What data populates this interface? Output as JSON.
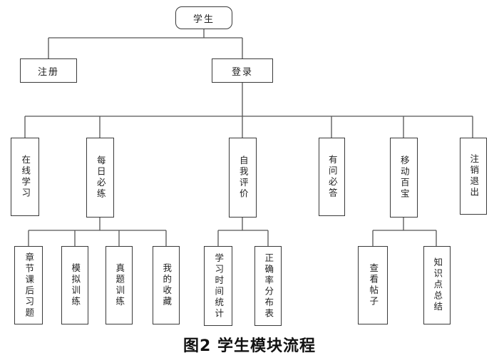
{
  "diagram": {
    "root": "学生",
    "register": "注册",
    "login": "登录",
    "online_study": "在线学习",
    "daily_practice": "每日必练",
    "self_eval": "自我评价",
    "must_answer": "有问必答",
    "mobile_box": "移动百宝",
    "logout": "注销退出",
    "chapter_exercises": "章节课后习题",
    "mock_training": "模拟训练",
    "real_training": "真题训练",
    "my_favorites": "我的收藏",
    "study_time_stats": "学习时间统计",
    "accuracy_table": "正确率分布表",
    "view_posts": "查看帖子",
    "knowledge_summary": "知识点总结"
  },
  "caption": "图2  学生模块流程"
}
